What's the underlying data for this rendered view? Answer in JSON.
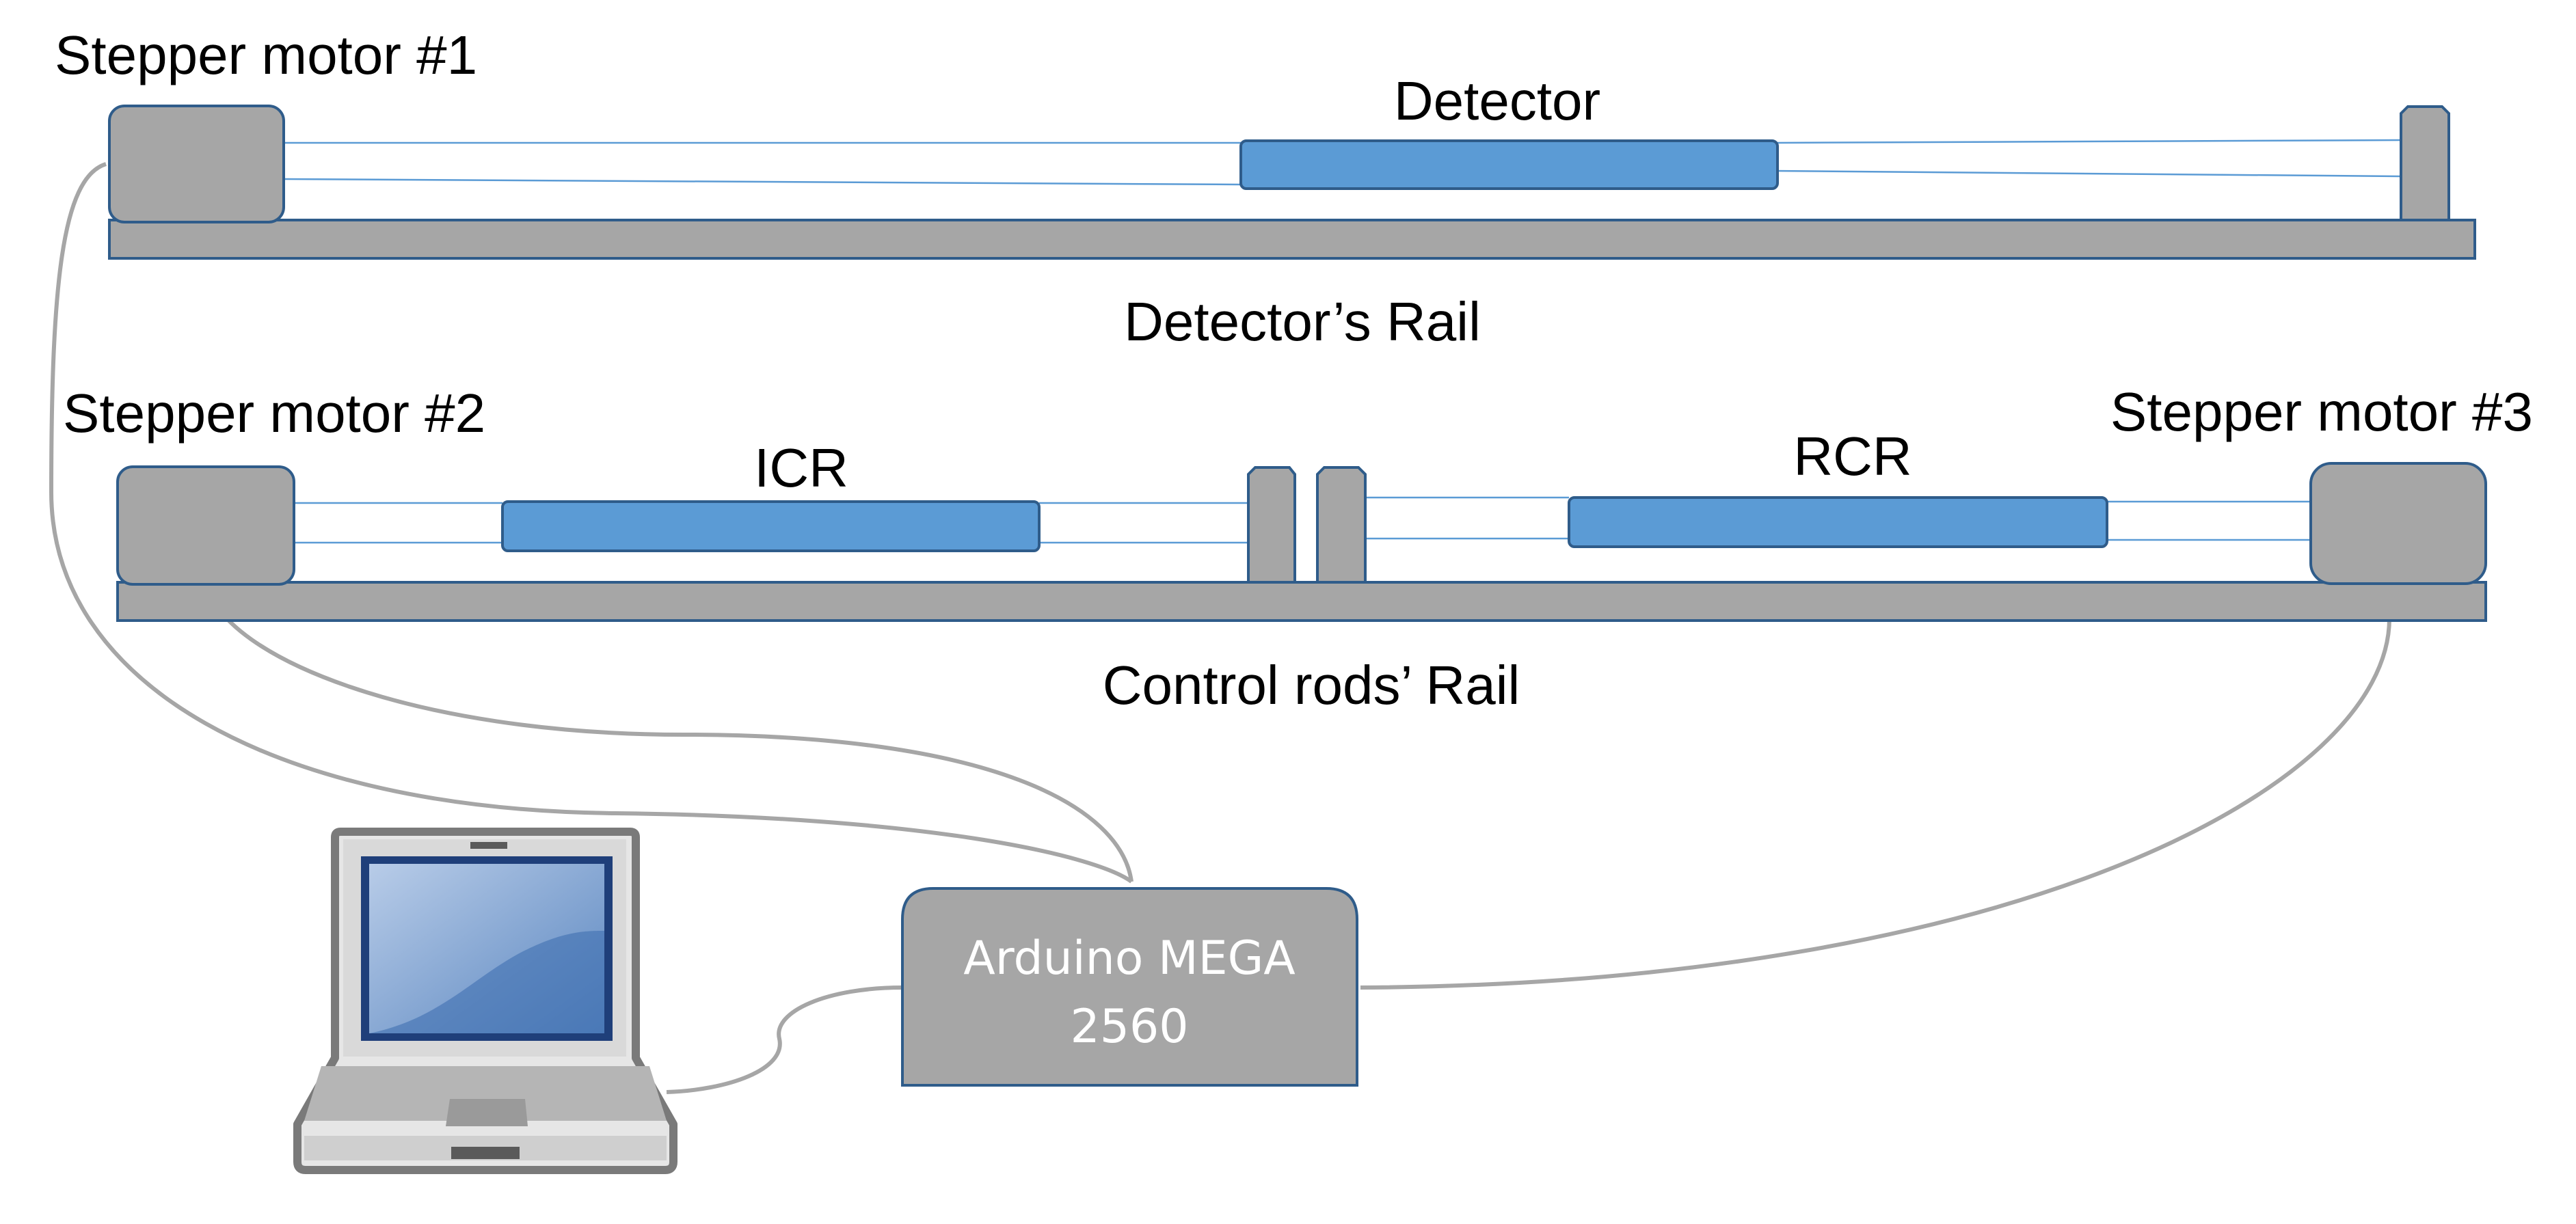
{
  "labels": {
    "stepper1": "Stepper motor #1",
    "stepper2": "Stepper motor #2",
    "stepper3": "Stepper motor #3",
    "detector": "Detector",
    "detector_rail": "Detector’s Rail",
    "icr": "ICR",
    "rcr": "RCR",
    "control_rods_rail": "Control rods’ Rail",
    "arduino_line1": "Arduino MEGA",
    "arduino_line2": "2560"
  },
  "colors": {
    "component_gray": "#a6a6a6",
    "rod_blue": "#5b9bd5",
    "outline_navy": "#2f5c8a",
    "cable_gray": "#a6a6a6"
  },
  "icons": {
    "computer": "laptop-icon"
  }
}
